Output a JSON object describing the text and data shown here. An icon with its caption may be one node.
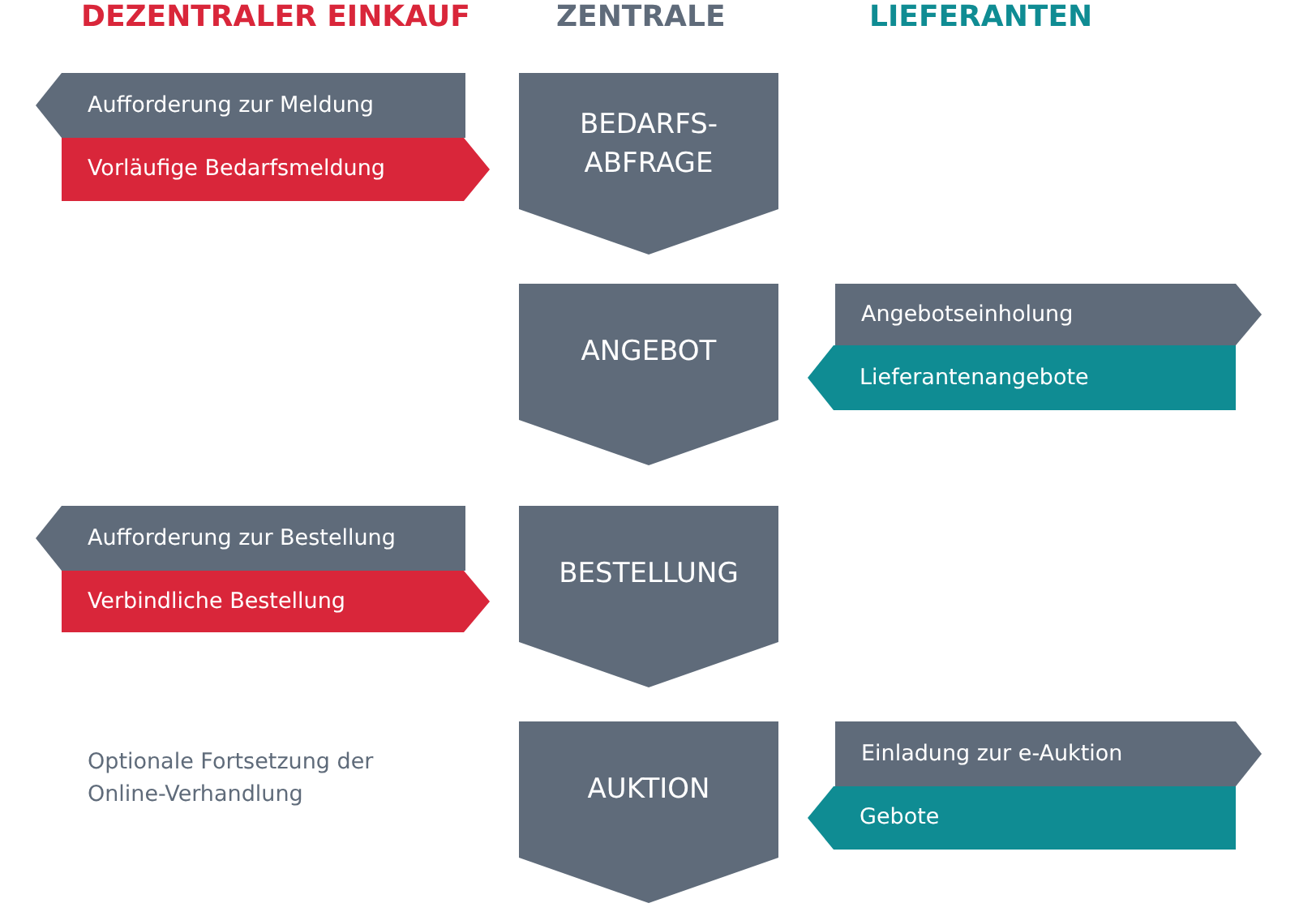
{
  "diagram": {
    "nodes": [
      {
        "text": [
          "Aufforderung zur Meldung"
        ]
      },
      {
        "text": [
          "Vorläufige Bedarfsmeldung"
        ]
      },
      {
        "text": [
          "BEDARFS-ABFRAGE"
        ]
      },
      {
        "text": [
          "ANGEBOT"
        ]
      },
      {
        "text": [
          "Angebotseinholung"
        ]
      },
      {
        "text": [
          "Lieferantenangebote"
        ]
      },
      {
        "text": [
          "Aufforderung zur Bestellung"
        ]
      },
      {
        "text": [
          "Verbindliche Bestellung"
        ]
      },
      {
        "text": [
          "BESTELLUNG"
        ]
      },
      {
        "text": [
          "AUKTION"
        ]
      },
      {
        "text": [
          "Einladung zur e-Auktion"
        ]
      },
      {
        "text": [
          "Gebote"
        ]
      }
    ],
    "edges": [],
    "labels": [
      "DEZENTRALER EINKAUF",
      "ZENTRALE",
      "LIEFERANTEN",
      "Optionale Fortsetzung der Online-Verhandlung"
    ]
  }
}
